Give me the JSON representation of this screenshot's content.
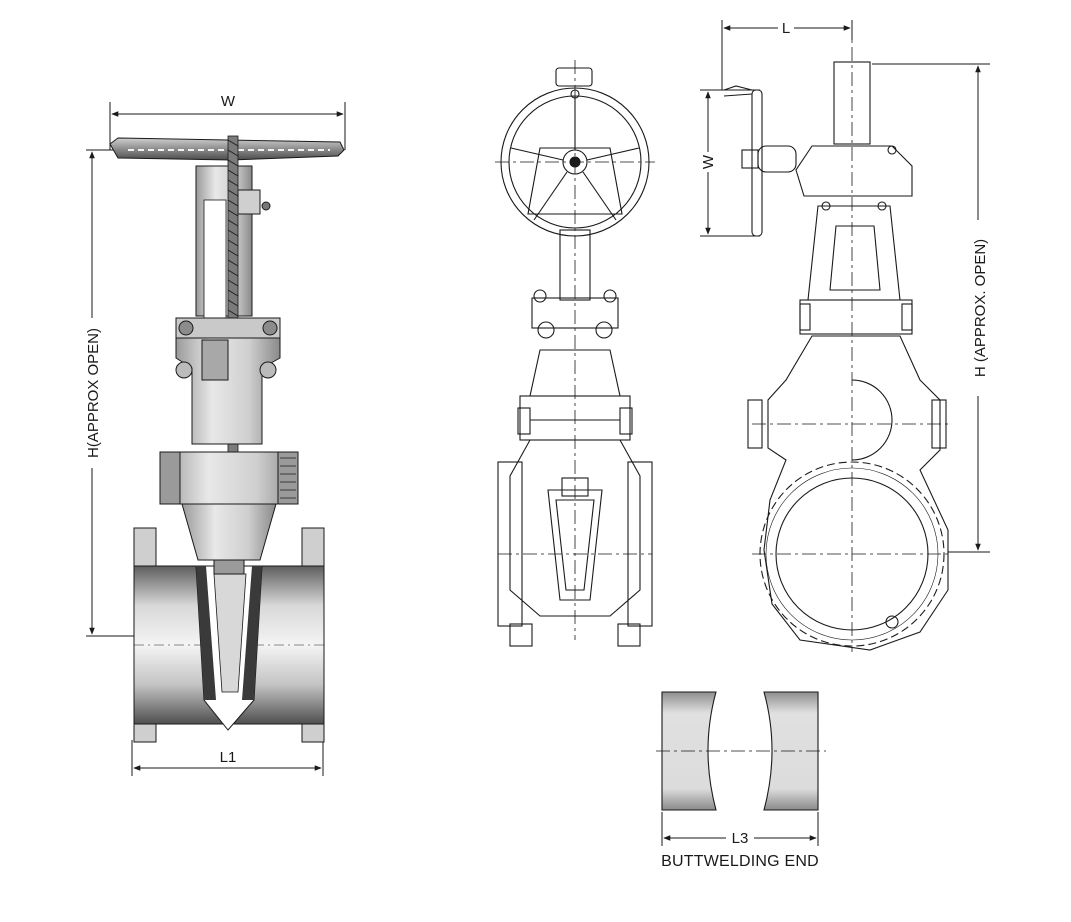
{
  "labels": {
    "left_width": "W",
    "left_height": "H(APPROX OPEN)",
    "left_face_length": "L1",
    "mid_width": "W",
    "right_length": "L",
    "right_height": "H (APPROX. OPEN)",
    "weld_length": "L3",
    "weld_caption": "BUTTWELDING END"
  },
  "colors": {
    "line": "#1a1a1a",
    "metal_light": "#e2e2e2",
    "metal_mid": "#bdbdbd",
    "metal_dark": "#6e6e6e",
    "white": "#ffffff"
  }
}
